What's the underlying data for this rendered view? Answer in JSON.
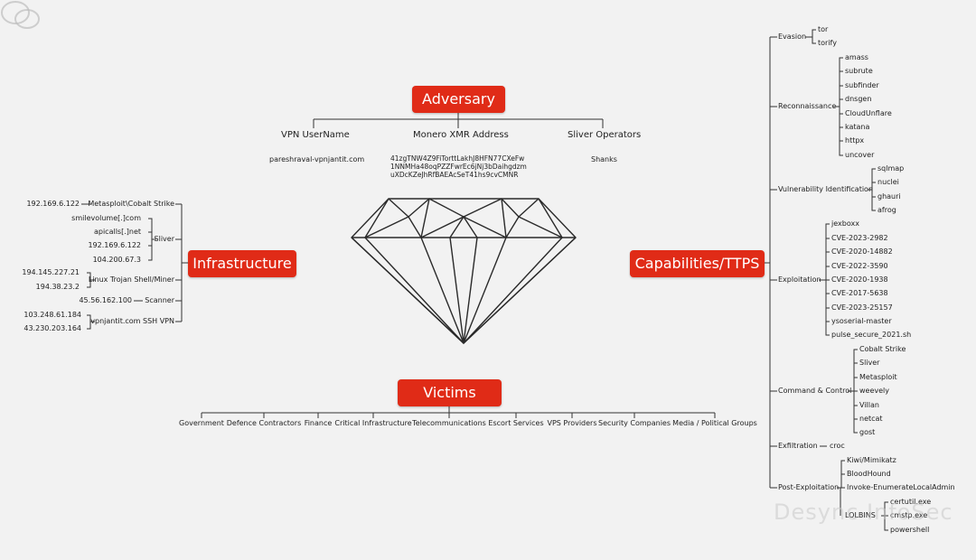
{
  "adversary": {
    "title": "Adversary",
    "vpn_label": "VPN UserName",
    "vpn_value": "pareshraval-vpnjantit.com",
    "xmr_label": "Monero XMR Address",
    "xmr_lines": [
      "41zgTNW4Z9FiTorttLakhJ8HFN77CXeFw",
      "1NNMHa48oqPZZFwrEc6jNj3bDaihgdzm",
      "uXDcKZeJhRfBAEAcSeT41hs9cvCMNR"
    ],
    "sliver_label": "Sliver Operators",
    "sliver_value": "Shanks"
  },
  "infrastructure": {
    "title": "Infrastructure",
    "groups": [
      {
        "label": "Metasploit\\Cobalt Strike",
        "items": [
          "192.169.6.122"
        ]
      },
      {
        "label": "Sliver",
        "items": [
          "smilevolume[.]com",
          "apicalls[.]net",
          "192.169.6.122",
          "104.200.67.3"
        ]
      },
      {
        "label": "Linux Trojan Shell/Miner",
        "items": [
          "194.145.227.21",
          "194.38.23.2"
        ]
      },
      {
        "label": "Scanner",
        "items": [
          "45.56.162.100"
        ]
      },
      {
        "label": "vpnjantit.com SSH VPN",
        "items": [
          "103.248.61.184",
          "43.230.203.164"
        ]
      }
    ]
  },
  "capabilities": {
    "title": "Capabilities/TTPS",
    "groups": [
      {
        "label": "Evasion",
        "items": [
          "tor",
          "torify"
        ]
      },
      {
        "label": "Reconnaissance",
        "items": [
          "amass",
          "subrute",
          "subfinder",
          "dnsgen",
          "CloudUnflare",
          "katana",
          "httpx",
          "uncover"
        ]
      },
      {
        "label": "Vulnerability Identification",
        "items": [
          "sqlmap",
          "nuclei",
          "ghauri",
          "afrog"
        ]
      },
      {
        "label": "Exploitation",
        "items": [
          "jexboxx",
          "CVE-2023-2982",
          "CVE-2020-14882",
          "CVE-2022-3590",
          "CVE-2020-1938",
          "CVE-2017-5638",
          "CVE-2023-25157",
          "ysoserial-master",
          "pulse_secure_2021.sh"
        ]
      },
      {
        "label": "Command & Control",
        "items": [
          "Cobalt Strike",
          "Sliver",
          "Metasploit",
          "weevely",
          "Villan",
          "netcat",
          "gost"
        ]
      },
      {
        "label": "Exfiltration",
        "items": [
          "croc"
        ]
      },
      {
        "label": "Post-Exploitation",
        "items": [
          "Kiwi/Mimikatz",
          "BloodHound",
          "Invoke-EnumerateLocalAdmin"
        ]
      },
      {
        "label": "LOLBINS",
        "items": [
          "certutil.exe",
          "cmstp.exe",
          "powershell"
        ]
      }
    ]
  },
  "victims": {
    "title": "Victims",
    "items": [
      "Government",
      "Defence Contractors",
      "Finance",
      "Critical Infrastructure",
      "Telecommunications",
      "Escort Services",
      "VPS Providers",
      "Security Companies",
      "Media  / Political Groups"
    ]
  },
  "watermark": "Desync InfoSec",
  "colors": {
    "accent": "#e02b17",
    "line": "#333333",
    "background": "#f2f2f2"
  }
}
